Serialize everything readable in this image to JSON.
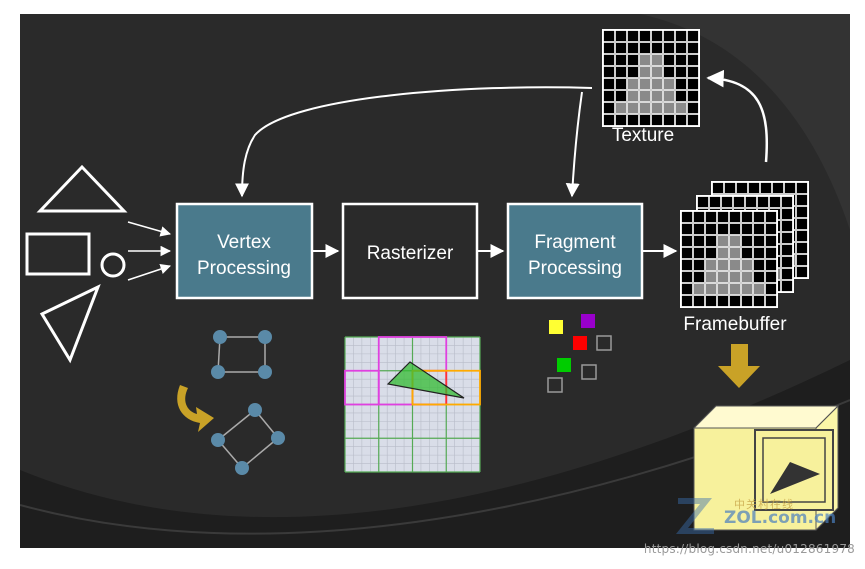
{
  "boxes": {
    "vertex_line1": "Vertex",
    "vertex_line2": "Processing",
    "rasterizer": "Rasterizer",
    "fragment_line1": "Fragment",
    "fragment_line2": "Processing"
  },
  "labels": {
    "texture": "Texture",
    "framebuffer": "Framebuffer"
  },
  "watermark": {
    "url": "https://blog.csdn.net/u012861978",
    "logo_cn": "中关村在线",
    "logo_en": "ZOL.com.cn"
  },
  "colors": {
    "slide_background": "#2a2a2a",
    "process_box_fill": "#4a7a8c",
    "arrow": "#ffffff",
    "fragment_swatches": [
      "#ffff33",
      "#9900cc",
      "#ff0000",
      "#00cc00"
    ],
    "monitor_fill": "#fbf6a8",
    "down_arrow": "#c9a227"
  },
  "icons": [
    "triangle-shape",
    "rectangle-shape",
    "circle-shape",
    "triangle-shape",
    "vertex-graph",
    "rotate-arrow",
    "raster-grid",
    "texture-grid",
    "framebuffer-stack",
    "monitor-icon",
    "down-arrow-icon"
  ]
}
